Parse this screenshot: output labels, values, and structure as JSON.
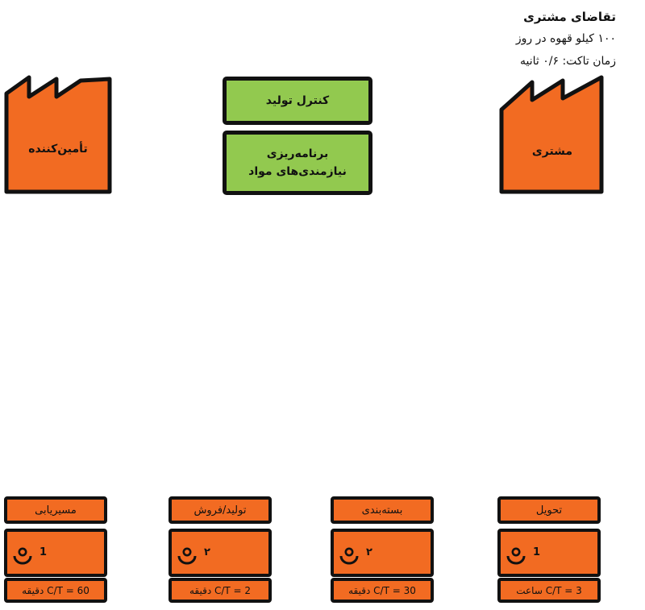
{
  "customer_demand": {
    "title": "تقاضای مشتری",
    "daily_demand": "۱۰۰ کیلو قهوه در روز",
    "takt_time": "زمان تاکت: ۰/۶ ثانیه"
  },
  "supplier": {
    "label": "تأمین‌کننده",
    "icon": "factory-icon"
  },
  "customer": {
    "label": "مشتری",
    "icon": "factory-icon"
  },
  "production_control": {
    "label": "کنترل تولید"
  },
  "mrp": {
    "label": "برنامه‌ریزی نیازمندی‌های مواد"
  },
  "processes": [
    {
      "name": "مسیریابی",
      "operators": "1",
      "ct": "C/T = 60 دقیقه"
    },
    {
      "name": "تولید/فروش",
      "operators": "۲",
      "ct": "C/T = 2 دقیقه"
    },
    {
      "name": "بسته‌بندی",
      "operators": "۲",
      "ct": "C/T = 30 دقیقه"
    },
    {
      "name": "تحویل",
      "operators": "1",
      "ct": "C/T = 3 ساعت"
    }
  ],
  "colors": {
    "orange": "#f26b22",
    "green": "#92c94f",
    "outline": "#111111"
  }
}
